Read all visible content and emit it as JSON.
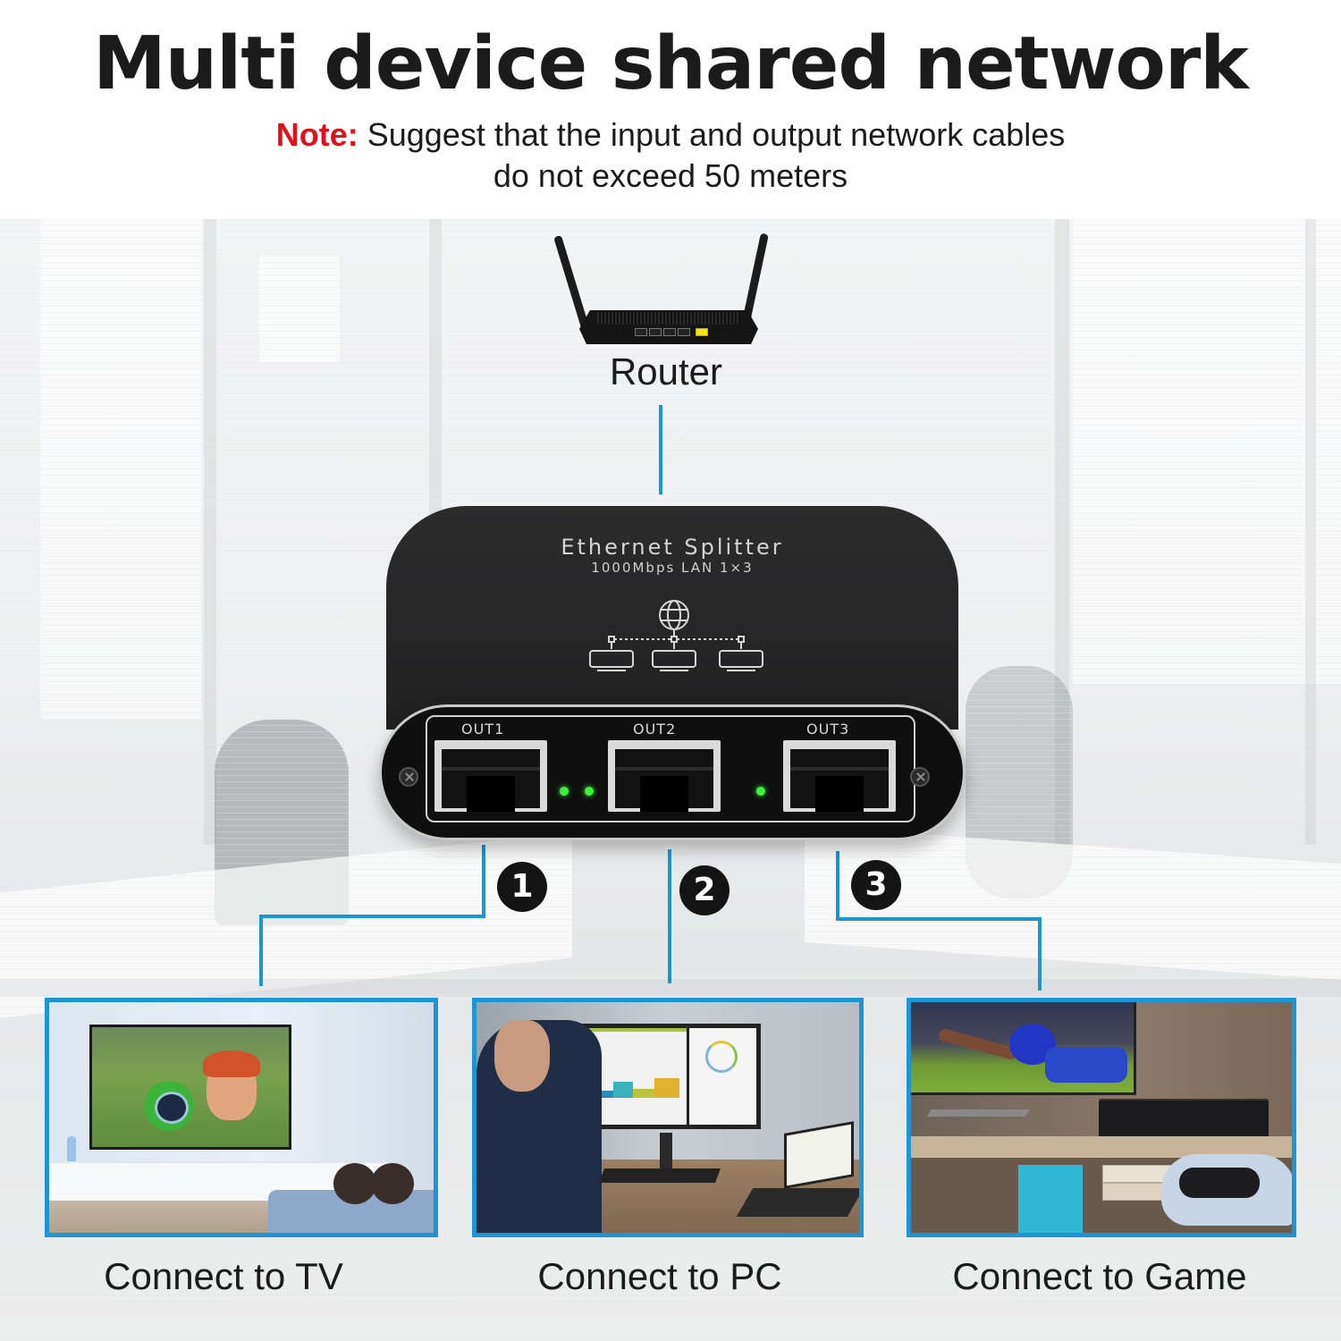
{
  "header": {
    "title": "Multi device shared network",
    "note_label": "Note:",
    "note_line1": "Suggest that the input and output network cables",
    "note_line2": "do not exceed 50 meters"
  },
  "router": {
    "label": "Router",
    "icon": "router-icon"
  },
  "splitter": {
    "title": "Ethernet Splitter",
    "subtitle": "1000Mbps LAN 1×3",
    "diagram_icon": "network-topology-icon",
    "ports": [
      {
        "label": "OUT1"
      },
      {
        "label": "OUT2"
      },
      {
        "label": "OUT3"
      }
    ],
    "leds": 3
  },
  "steps": [
    {
      "number": "1",
      "label": "Connect to TV",
      "scene": "tv-living-room"
    },
    {
      "number": "2",
      "label": "Connect to PC",
      "scene": "office-pc"
    },
    {
      "number": "3",
      "label": "Connect to Game",
      "scene": "game-console"
    }
  ],
  "colors": {
    "accent_blue": "#1e95d3",
    "note_red": "#e0101a",
    "led_green": "#3ef03a",
    "device_body": "#262627",
    "text": "#1b1b1b"
  }
}
